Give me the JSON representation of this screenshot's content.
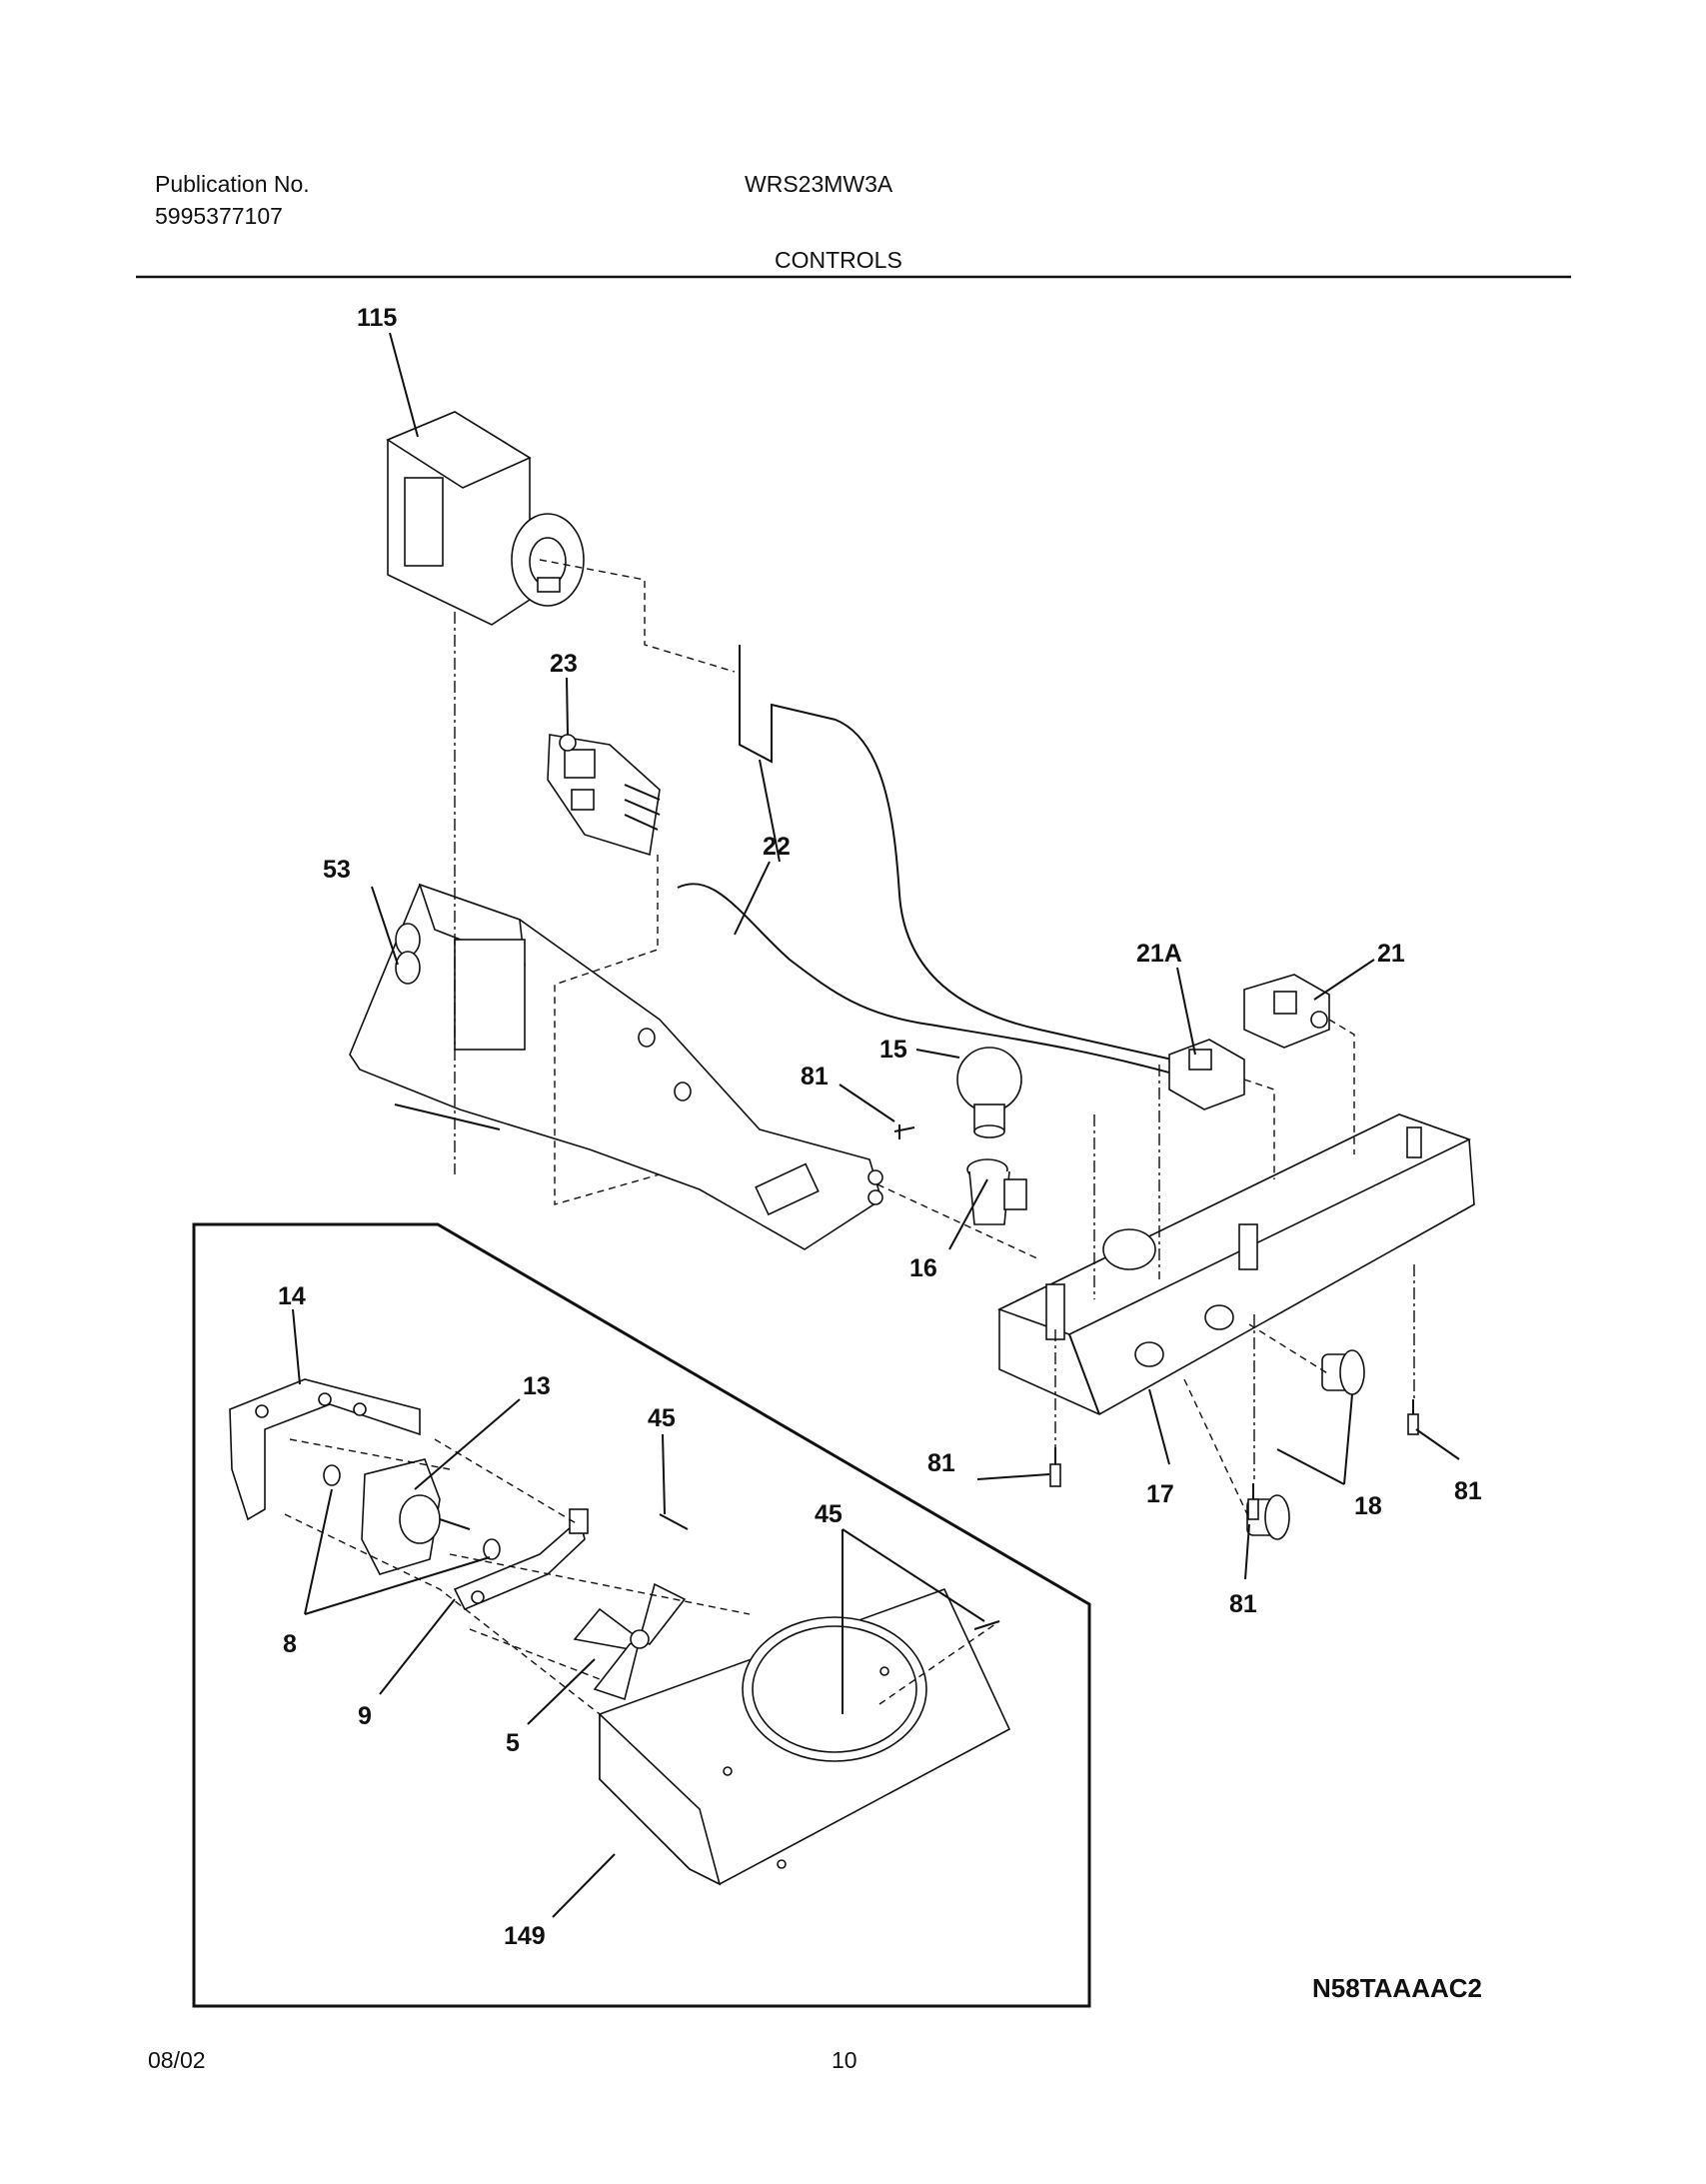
{
  "header": {
    "publication_label": "Publication No.",
    "publication_number": "5995377107",
    "model": "WRS23MW3A",
    "section_title": "CONTROLS"
  },
  "diagram": {
    "code": "N58TAAAAC2",
    "callouts": [
      "115",
      "23",
      "22",
      "53",
      "21A",
      "21",
      "15",
      "81",
      "16",
      "14",
      "13",
      "45",
      "17",
      "18",
      "8",
      "9",
      "5",
      "149"
    ]
  },
  "footer": {
    "date": "08/02",
    "page_number": "10"
  }
}
